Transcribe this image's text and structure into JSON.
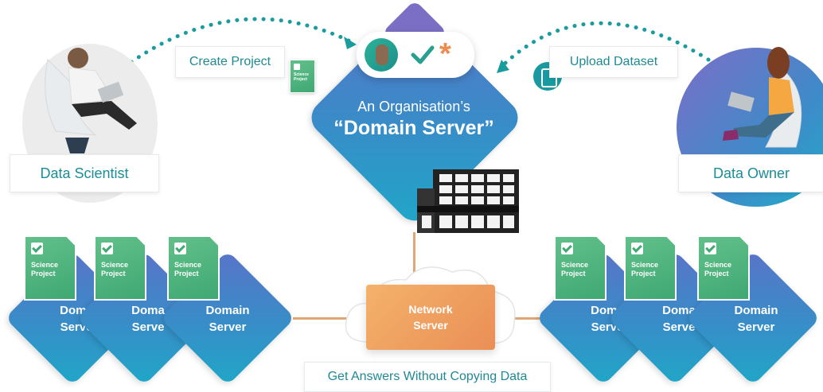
{
  "labels": {
    "create_project": "Create Project",
    "upload_dataset": "Upload Dataset",
    "data_scientist": "Data Scientist",
    "data_owner": "Data Owner",
    "org_line1": "An Organisation’s",
    "org_line2": "“Domain Server”",
    "network_line1": "Network",
    "network_line2": "Server",
    "get_answers": "Get Answers Without Copying Data",
    "domain_line1": "Domain",
    "domain_line2": "Server",
    "domain_partial1": "Doma",
    "domain_partial2": "Serve",
    "science_project": "Science Project"
  },
  "colors": {
    "teal": "#1b8d96",
    "dotted": "#1a9b9e",
    "network_orange": "#ea8e56",
    "doc_green": "#3fa873",
    "diamond_blue": "#3a8bc8"
  },
  "icons": [
    "avatar-icon",
    "checkmark-icon",
    "asterisk-icon",
    "building-icon",
    "dataset-icon",
    "cloud-icon"
  ]
}
